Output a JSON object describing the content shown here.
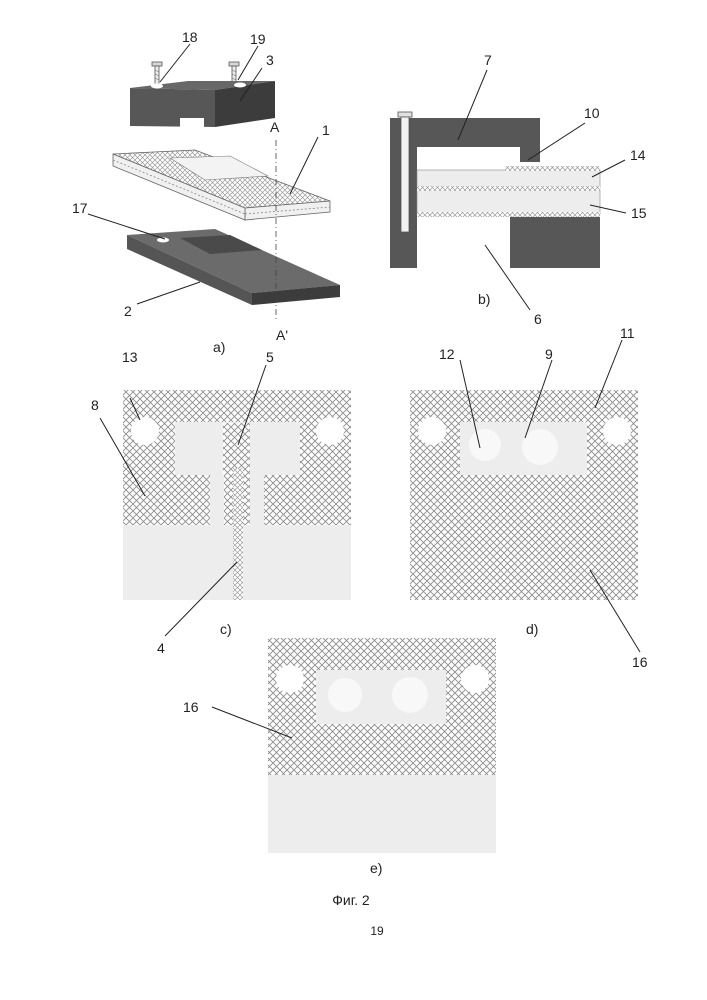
{
  "figure": {
    "caption": "Фиг. 2",
    "page_number": "19",
    "panels": {
      "a": {
        "caption": "a)",
        "labels": [
          "18",
          "19",
          "3",
          "1",
          "17",
          "2"
        ],
        "axis_top": "A",
        "axis_bottom": "A'"
      },
      "b": {
        "caption": "b)",
        "labels": [
          "7",
          "10",
          "14",
          "15",
          "6"
        ]
      },
      "c": {
        "caption": "c)",
        "labels": [
          "13",
          "5",
          "8",
          "4"
        ]
      },
      "d": {
        "caption": "d)",
        "labels": [
          "12",
          "9",
          "11",
          "16"
        ]
      },
      "e": {
        "caption": "e)",
        "labels": [
          "16"
        ]
      }
    },
    "colors": {
      "dark_block": "#575757",
      "hatch_line": "#8c8c8c",
      "light_fill": "#ededed",
      "hole_fill": "#ffffff"
    }
  }
}
